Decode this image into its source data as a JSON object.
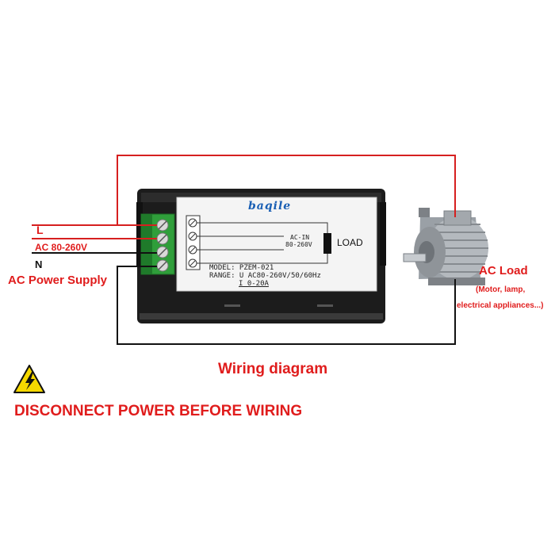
{
  "supply": {
    "l_label": "L",
    "ac_range_label": "AC 80-260V",
    "n_label": "N",
    "title": "AC Power Supply"
  },
  "meter": {
    "brand": "baqile",
    "ac_in_label": "AC-IN",
    "ac_in_range": "80-260V",
    "load_label": "LOAD",
    "model_line": "MODEL: PZEM-021",
    "range_u_line": "RANGE: U AC80-260V/50/60Hz",
    "range_i_line": "I 0-20A"
  },
  "load": {
    "title": "AC Load",
    "subtitle_line1": "(Motor, lamp,",
    "subtitle_line2": "electrical appliances...)"
  },
  "caption": "Wiring diagram",
  "warning": {
    "text": "DISCONNECT POWER BEFORE WIRING",
    "icon": "high-voltage-warning-icon"
  },
  "colors": {
    "live_wire": "#d61f1f",
    "neutral_wire": "#111111",
    "label_red": "#e01c1c",
    "terminal_green": "#2f9e3a",
    "meter_body": "#1e1e1e",
    "panel_face": "#f4f4f4"
  }
}
